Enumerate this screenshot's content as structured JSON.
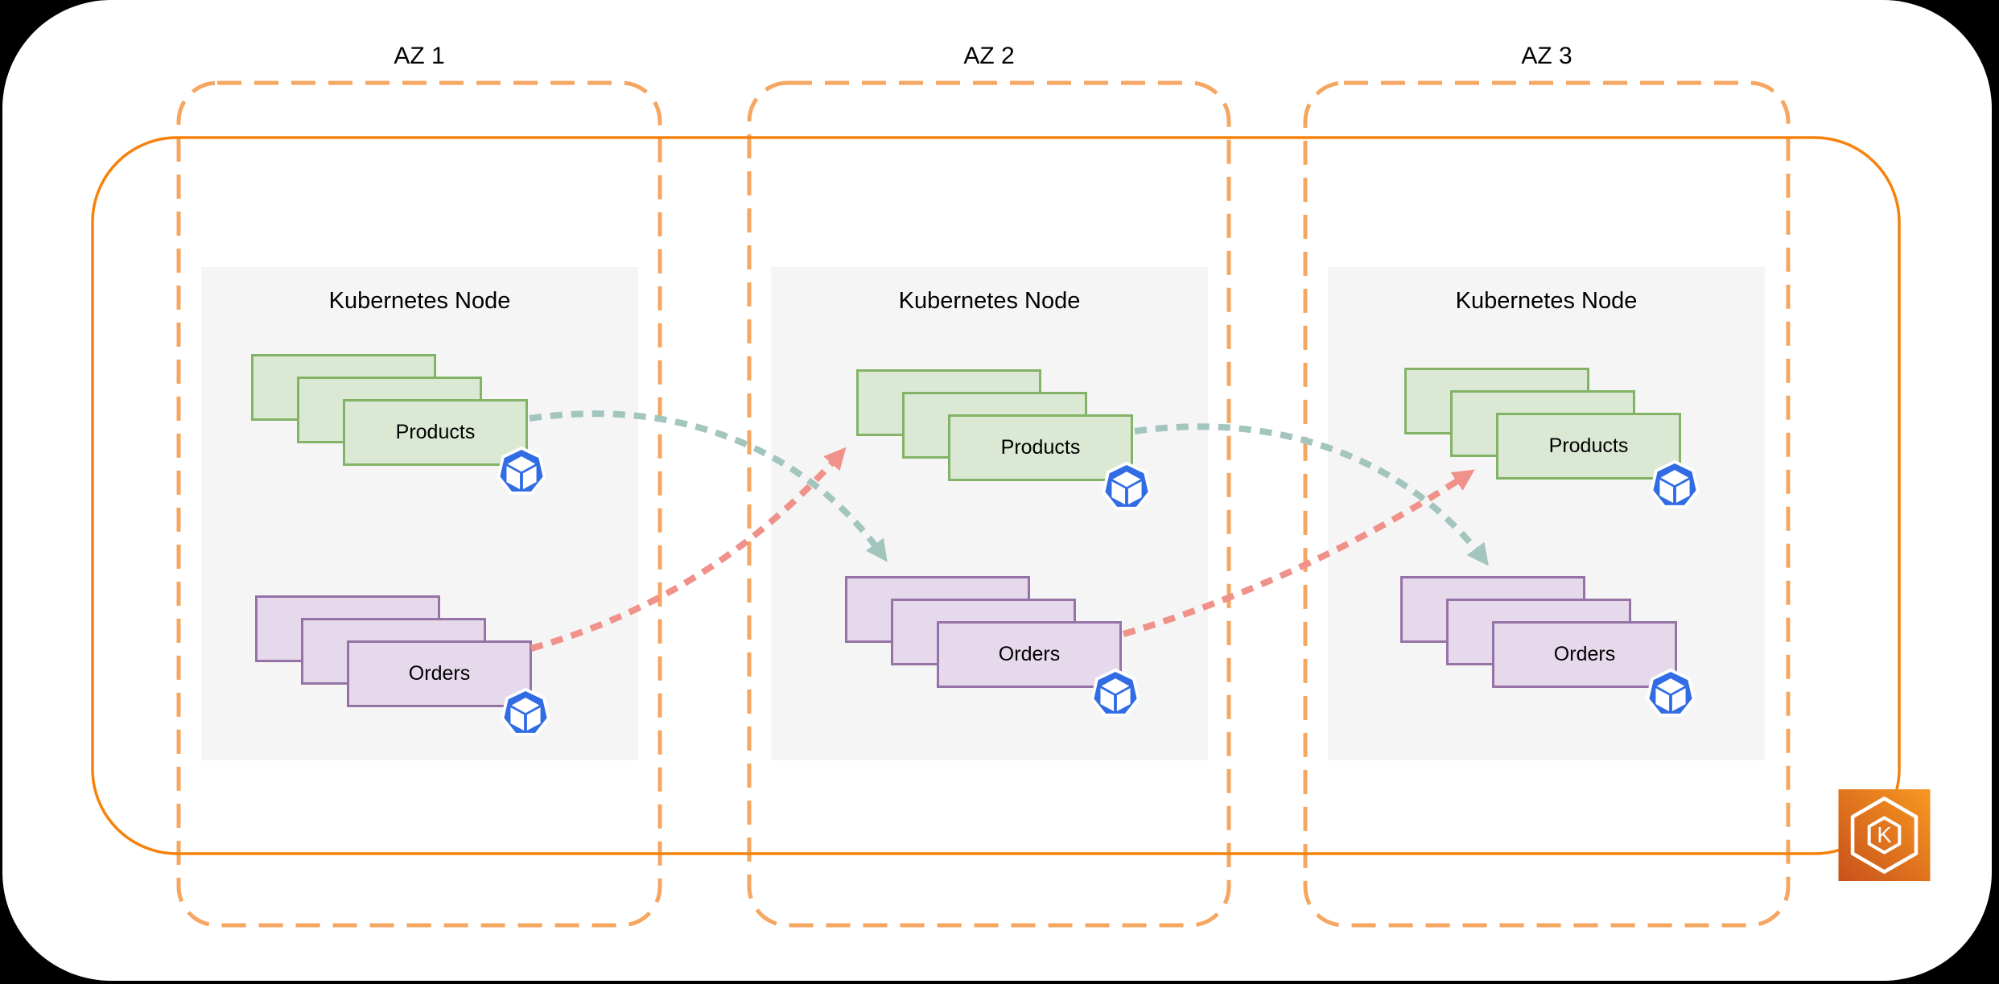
{
  "canvas": {
    "background": "#000000",
    "surface": "#ffffff"
  },
  "zone_border_color": "#F5A661",
  "zones": [
    {
      "label": "AZ 1"
    },
    {
      "label": "AZ 2"
    },
    {
      "label": "AZ 3"
    }
  ],
  "cluster": {
    "border_color": "#F5820C",
    "icon": {
      "name": "amazon-eks-icon",
      "letter": "K",
      "gradient": [
        "#C8511B",
        "#F89820"
      ]
    }
  },
  "nodes": [
    {
      "title": "Kubernetes Node",
      "workloads": [
        {
          "label": "Products",
          "replicas": 3,
          "fill": "#DBE8D4",
          "border": "#82B366"
        },
        {
          "label": "Orders",
          "replicas": 3,
          "fill": "#E5D9EB",
          "border": "#9673A6"
        }
      ]
    },
    {
      "title": "Kubernetes Node",
      "workloads": [
        {
          "label": "Products",
          "replicas": 3,
          "fill": "#DBE8D4",
          "border": "#82B366"
        },
        {
          "label": "Orders",
          "replicas": 3,
          "fill": "#E5D9EB",
          "border": "#9673A6"
        }
      ]
    },
    {
      "title": "Kubernetes Node",
      "workloads": [
        {
          "label": "Products",
          "replicas": 3,
          "fill": "#DBE8D4",
          "border": "#82B366"
        },
        {
          "label": "Orders",
          "replicas": 3,
          "fill": "#E5D9EB",
          "border": "#9673A6"
        }
      ]
    }
  ],
  "pod_icon": {
    "name": "kubernetes-pod-icon",
    "color": "#326CE5"
  },
  "arrows": [
    {
      "from": "az1-products",
      "to": "az2-orders",
      "color": "#A2C5BE",
      "style": "dashed"
    },
    {
      "from": "az1-orders",
      "to": "az2-products",
      "color": "#F0918A",
      "style": "dashed"
    },
    {
      "from": "az2-products",
      "to": "az3-orders",
      "color": "#A2C5BE",
      "style": "dashed"
    },
    {
      "from": "az2-orders",
      "to": "az3-products",
      "color": "#F0918A",
      "style": "dashed"
    }
  ]
}
